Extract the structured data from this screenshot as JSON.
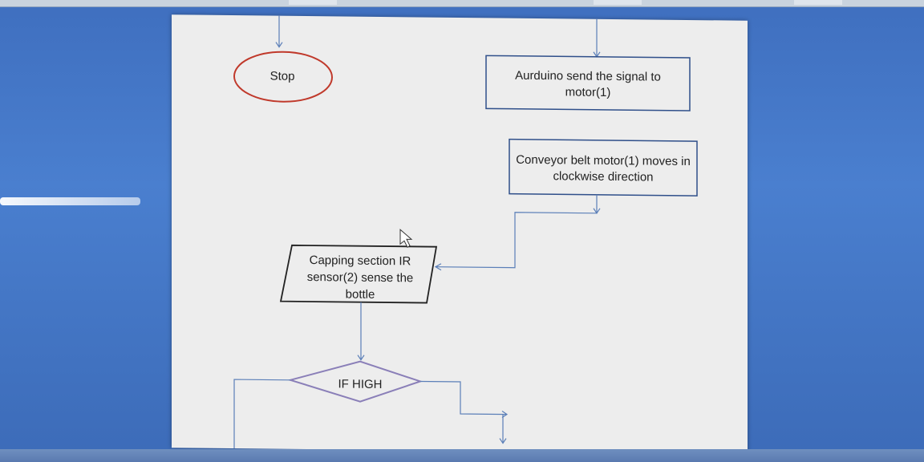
{
  "flowchart": {
    "stop_label": "Stop",
    "arduino_box": "Aurduino send the signal to motor(1)",
    "conveyor_box": "Conveyor belt motor(1) moves in clockwise direction",
    "capping_box": "Capping section IR sensor(2) sense the bottle",
    "decision_label": "IF HIGH"
  },
  "colors": {
    "stop_outline": "#c0392b",
    "connector": "#5b7fb8",
    "box_outline": "#2f4f8a"
  }
}
